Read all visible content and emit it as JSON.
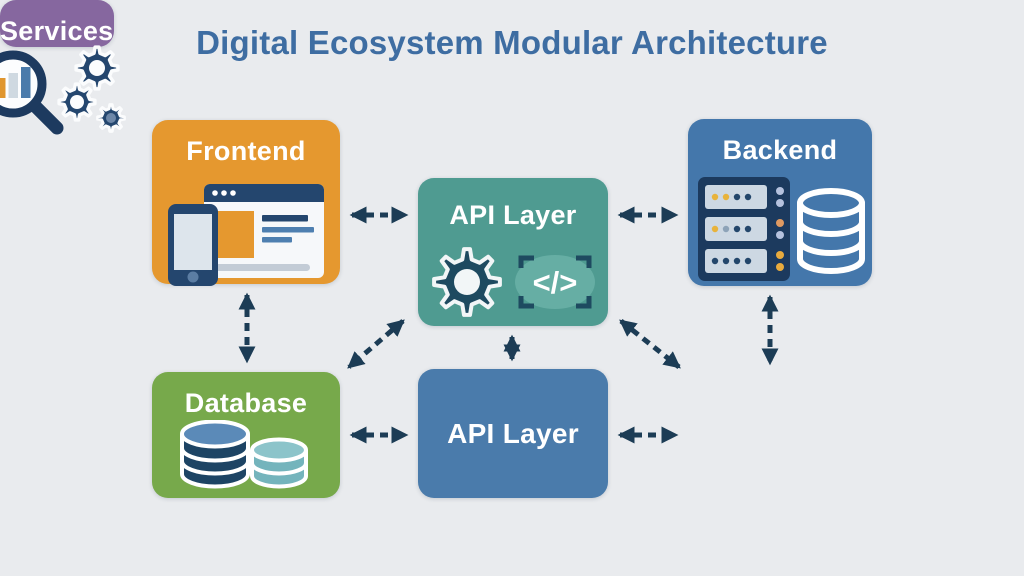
{
  "title": "Digital Ecosystem Modular Architecture",
  "colors": {
    "background": "#e9ebee",
    "title": "#3e6da2",
    "arrow": "#1c3c55"
  },
  "nodes": [
    {
      "id": "frontend",
      "label": "Frontend",
      "color": "#e5982f",
      "icons": [
        "browser-window-icon",
        "phone-icon"
      ]
    },
    {
      "id": "api-layer-top",
      "label": "API Layer",
      "color": "#4f9b91",
      "icons": [
        "gear-icon",
        "code-badge-icon"
      ],
      "code_glyph": "</>"
    },
    {
      "id": "backend",
      "label": "Backend",
      "color": "#4477ab",
      "icons": [
        "server-rack-icon",
        "database-cylinder-icon"
      ]
    },
    {
      "id": "database",
      "label": "Database",
      "color": "#77a94b",
      "icons": [
        "database-cylinders-icon"
      ]
    },
    {
      "id": "api-layer-bottom",
      "label": "API Layer",
      "color": "#4a7bab",
      "icons": []
    },
    {
      "id": "services",
      "label": "Services",
      "color": "#86679f",
      "icons": [
        "magnifier-chart-icon",
        "gears-icon"
      ]
    }
  ],
  "edges": [
    {
      "from": "frontend",
      "to": "api-layer-top",
      "arrows": "both",
      "style": "dashed"
    },
    {
      "from": "api-layer-top",
      "to": "backend",
      "arrows": "both",
      "style": "dashed"
    },
    {
      "from": "frontend",
      "to": "database",
      "arrows": "both",
      "style": "dashed"
    },
    {
      "from": "backend",
      "to": "services",
      "arrows": "both",
      "style": "dashed"
    },
    {
      "from": "api-layer-top",
      "to": "api-layer-bottom",
      "arrows": "both",
      "style": "dashed"
    },
    {
      "from": "api-layer-top",
      "to": "database",
      "arrows": "both",
      "style": "dashed"
    },
    {
      "from": "api-layer-top",
      "to": "services",
      "arrows": "both",
      "style": "dashed"
    },
    {
      "from": "database",
      "to": "api-layer-bottom",
      "arrows": "both",
      "style": "dashed"
    },
    {
      "from": "api-layer-bottom",
      "to": "services",
      "arrows": "both",
      "style": "dashed"
    }
  ]
}
